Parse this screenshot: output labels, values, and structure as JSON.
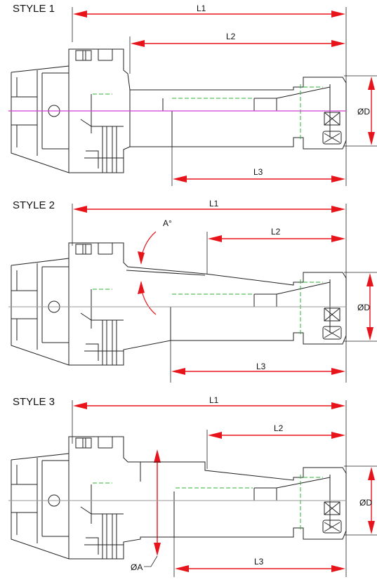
{
  "panels": [
    {
      "title": "STYLE 1",
      "labels": {
        "l1": "L1",
        "l2": "L2",
        "l3": "L3",
        "d": "ØD"
      }
    },
    {
      "title": "STYLE 2",
      "labels": {
        "l1": "L1",
        "l2": "L2",
        "l3": "L3",
        "d": "ØD",
        "angle": "A°"
      }
    },
    {
      "title": "STYLE 3",
      "labels": {
        "l1": "L1",
        "l2": "L2",
        "l3": "L3",
        "d": "ØD",
        "a": "ØA"
      }
    }
  ],
  "colors": {
    "dimension": "#e8141c",
    "outline": "#222222",
    "hidden_line": "#2bb532",
    "centerline_style1": "#d23cd2",
    "centerline": "#9a9a9a"
  }
}
